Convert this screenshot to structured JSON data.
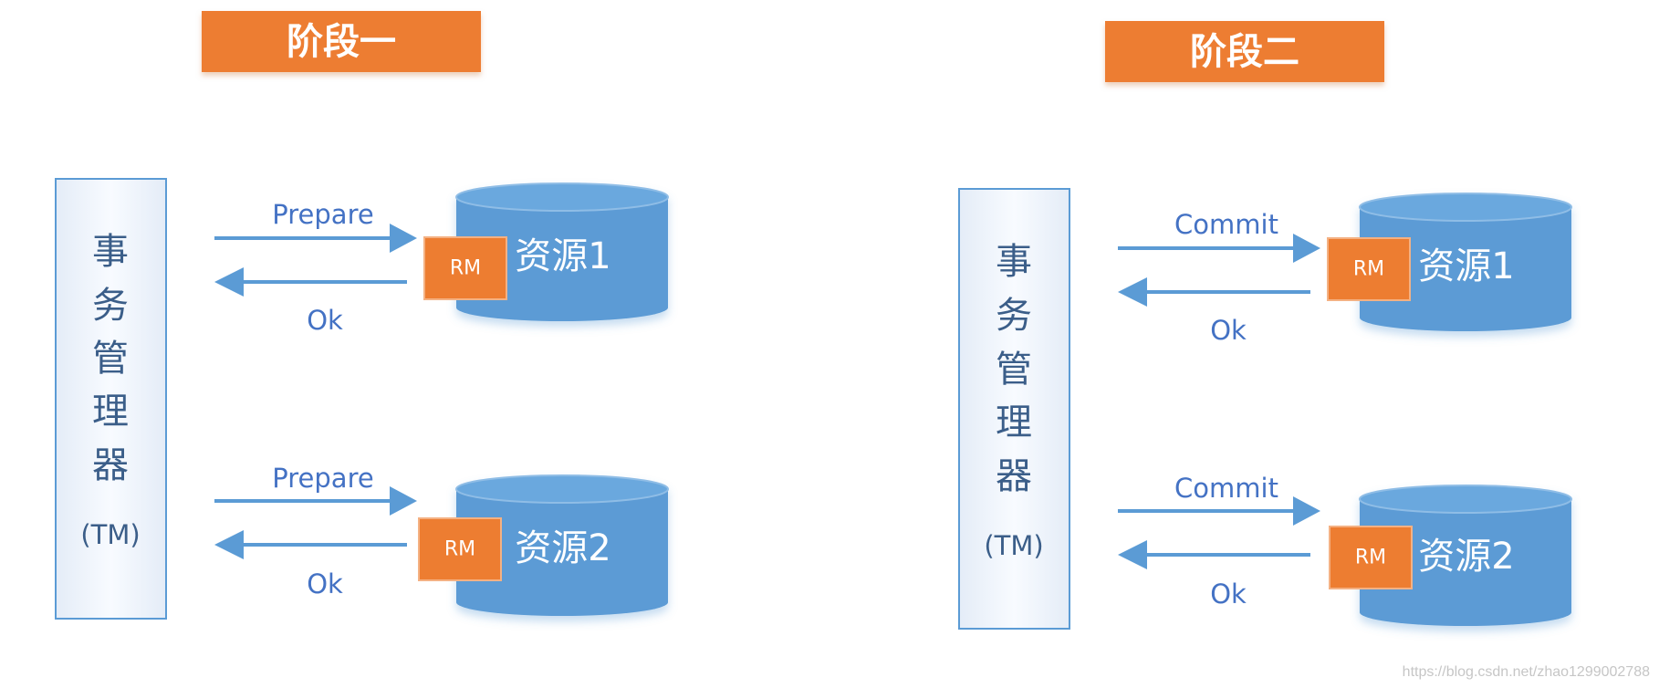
{
  "phases": [
    {
      "title": "阶段一",
      "manager": {
        "chars": [
          "事",
          "务",
          "管",
          "理",
          "器"
        ],
        "abbr": "(TM)"
      },
      "resources": [
        {
          "request": "Prepare",
          "response": "Ok",
          "rm": "RM",
          "name": "资源1"
        },
        {
          "request": "Prepare",
          "response": "Ok",
          "rm": "RM",
          "name": "资源2"
        }
      ]
    },
    {
      "title": "阶段二",
      "manager": {
        "chars": [
          "事",
          "务",
          "管",
          "理",
          "器"
        ],
        "abbr": "(TM)"
      },
      "resources": [
        {
          "request": "Commit",
          "response": "Ok",
          "rm": "RM",
          "name": "资源1"
        },
        {
          "request": "Commit",
          "response": "Ok",
          "rm": "RM",
          "name": "资源2"
        }
      ]
    }
  ],
  "watermark": "https://blog.csdn.net/zhao1299002788",
  "colors": {
    "phase_fill": "#ed7d31",
    "cylinder_fill": "#5b9bd5",
    "cylinder_top": "#6aa8de",
    "rm_fill": "#ed7d31",
    "arrow": "#5b9bd5",
    "tm_border": "#5b9bd5",
    "tm_fill": "#eef3fa"
  }
}
